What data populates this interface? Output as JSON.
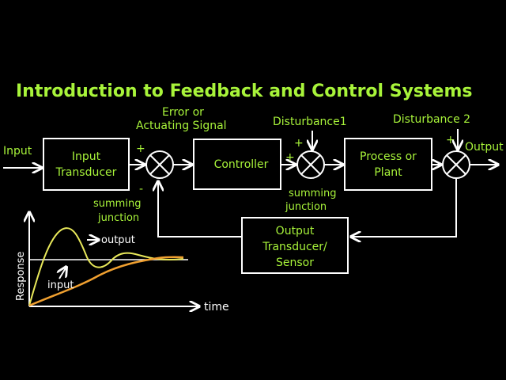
{
  "title": "Introduction to Feedback and Control Systems",
  "labels": {
    "input": "Input",
    "input_transducer_1": "Input",
    "input_transducer_2": "Transducer",
    "error_1": "Error or",
    "error_2": "Actuating Signal",
    "controller": "Controller",
    "disturbance1": "Disturbance1",
    "disturbance2": "Disturbance 2",
    "process_1": "Process or",
    "process_2": "Plant",
    "output": "Output",
    "sensor_1": "Output",
    "sensor_2": "Transducer/",
    "sensor_3": "Sensor",
    "summing1_1": "summing",
    "summing1_2": "junction",
    "summing2_1": "summing",
    "summing2_2": "junction",
    "plus_1": "+",
    "minus_1": "-",
    "plus_2a": "+",
    "plus_2b": "+",
    "plus_3": "+"
  },
  "graph": {
    "ylabel": "Response",
    "xlabel": "time",
    "output_label": "output",
    "input_label": "input"
  },
  "colors": {
    "text": "#a8f43a",
    "lines": "#ffffff",
    "output_curve": "#e8e85a",
    "input_curve": "#f0a030"
  }
}
